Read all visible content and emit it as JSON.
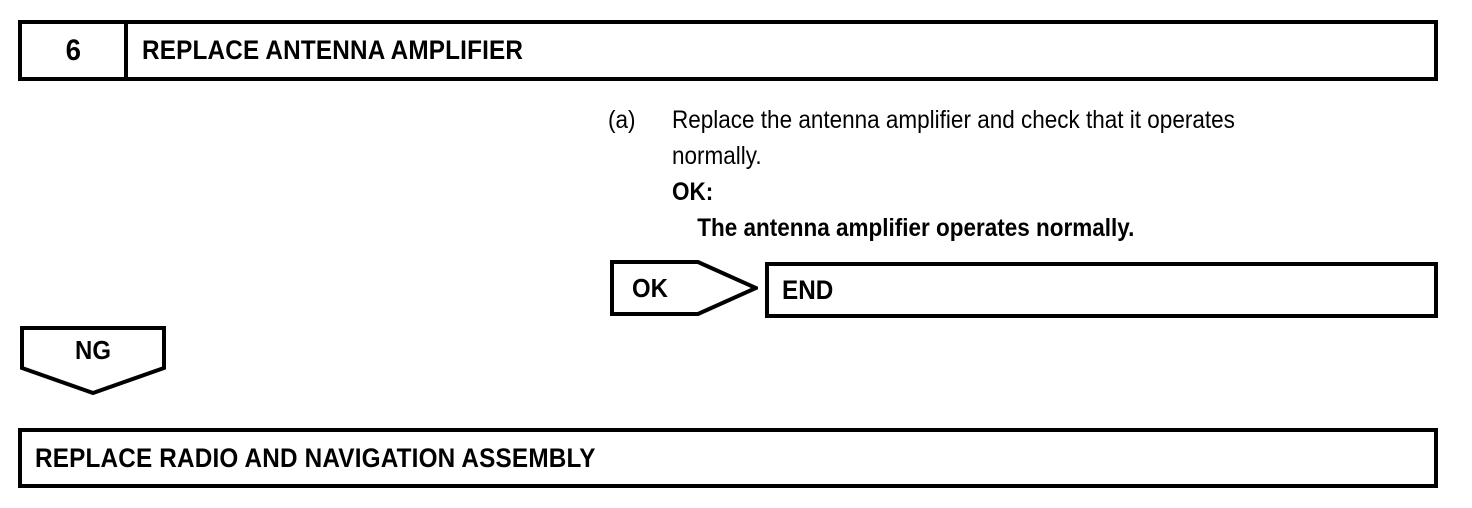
{
  "colors": {
    "ink": "#000000",
    "paper": "#ffffff"
  },
  "step_header": {
    "number": "6",
    "title": "REPLACE ANTENNA AMPLIFIER"
  },
  "procedure": {
    "marker": "(a)",
    "lines": [
      "Replace the antenna amplifier and check that it operates",
      "normally."
    ],
    "criterion_label": "OK:",
    "criterion_text": "The antenna amplifier operates normally."
  },
  "branch_ok": {
    "judgement": "OK",
    "result": "END"
  },
  "branch_ng": {
    "judgement": "NG",
    "action": "REPLACE RADIO AND NAVIGATION ASSEMBLY"
  }
}
